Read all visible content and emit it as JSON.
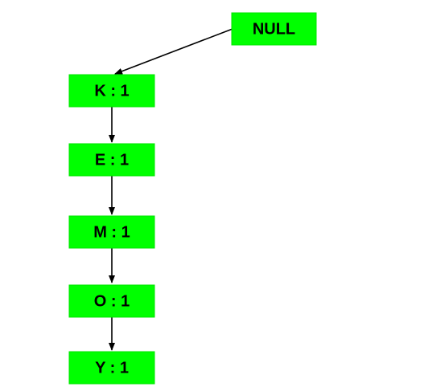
{
  "colors": {
    "node_fill": "#00ff00",
    "edge": "#000000",
    "text": "#000000",
    "background": "#ffffff"
  },
  "nodes": [
    {
      "id": "null",
      "label": "NULL"
    },
    {
      "id": "k",
      "label": "K : 1"
    },
    {
      "id": "e",
      "label": "E : 1"
    },
    {
      "id": "m",
      "label": "M : 1"
    },
    {
      "id": "o",
      "label": "O : 1"
    },
    {
      "id": "y",
      "label": "Y : 1"
    }
  ],
  "edges": [
    {
      "from": "null",
      "to": "k"
    },
    {
      "from": "k",
      "to": "e"
    },
    {
      "from": "e",
      "to": "m"
    },
    {
      "from": "m",
      "to": "o"
    },
    {
      "from": "o",
      "to": "y"
    }
  ]
}
